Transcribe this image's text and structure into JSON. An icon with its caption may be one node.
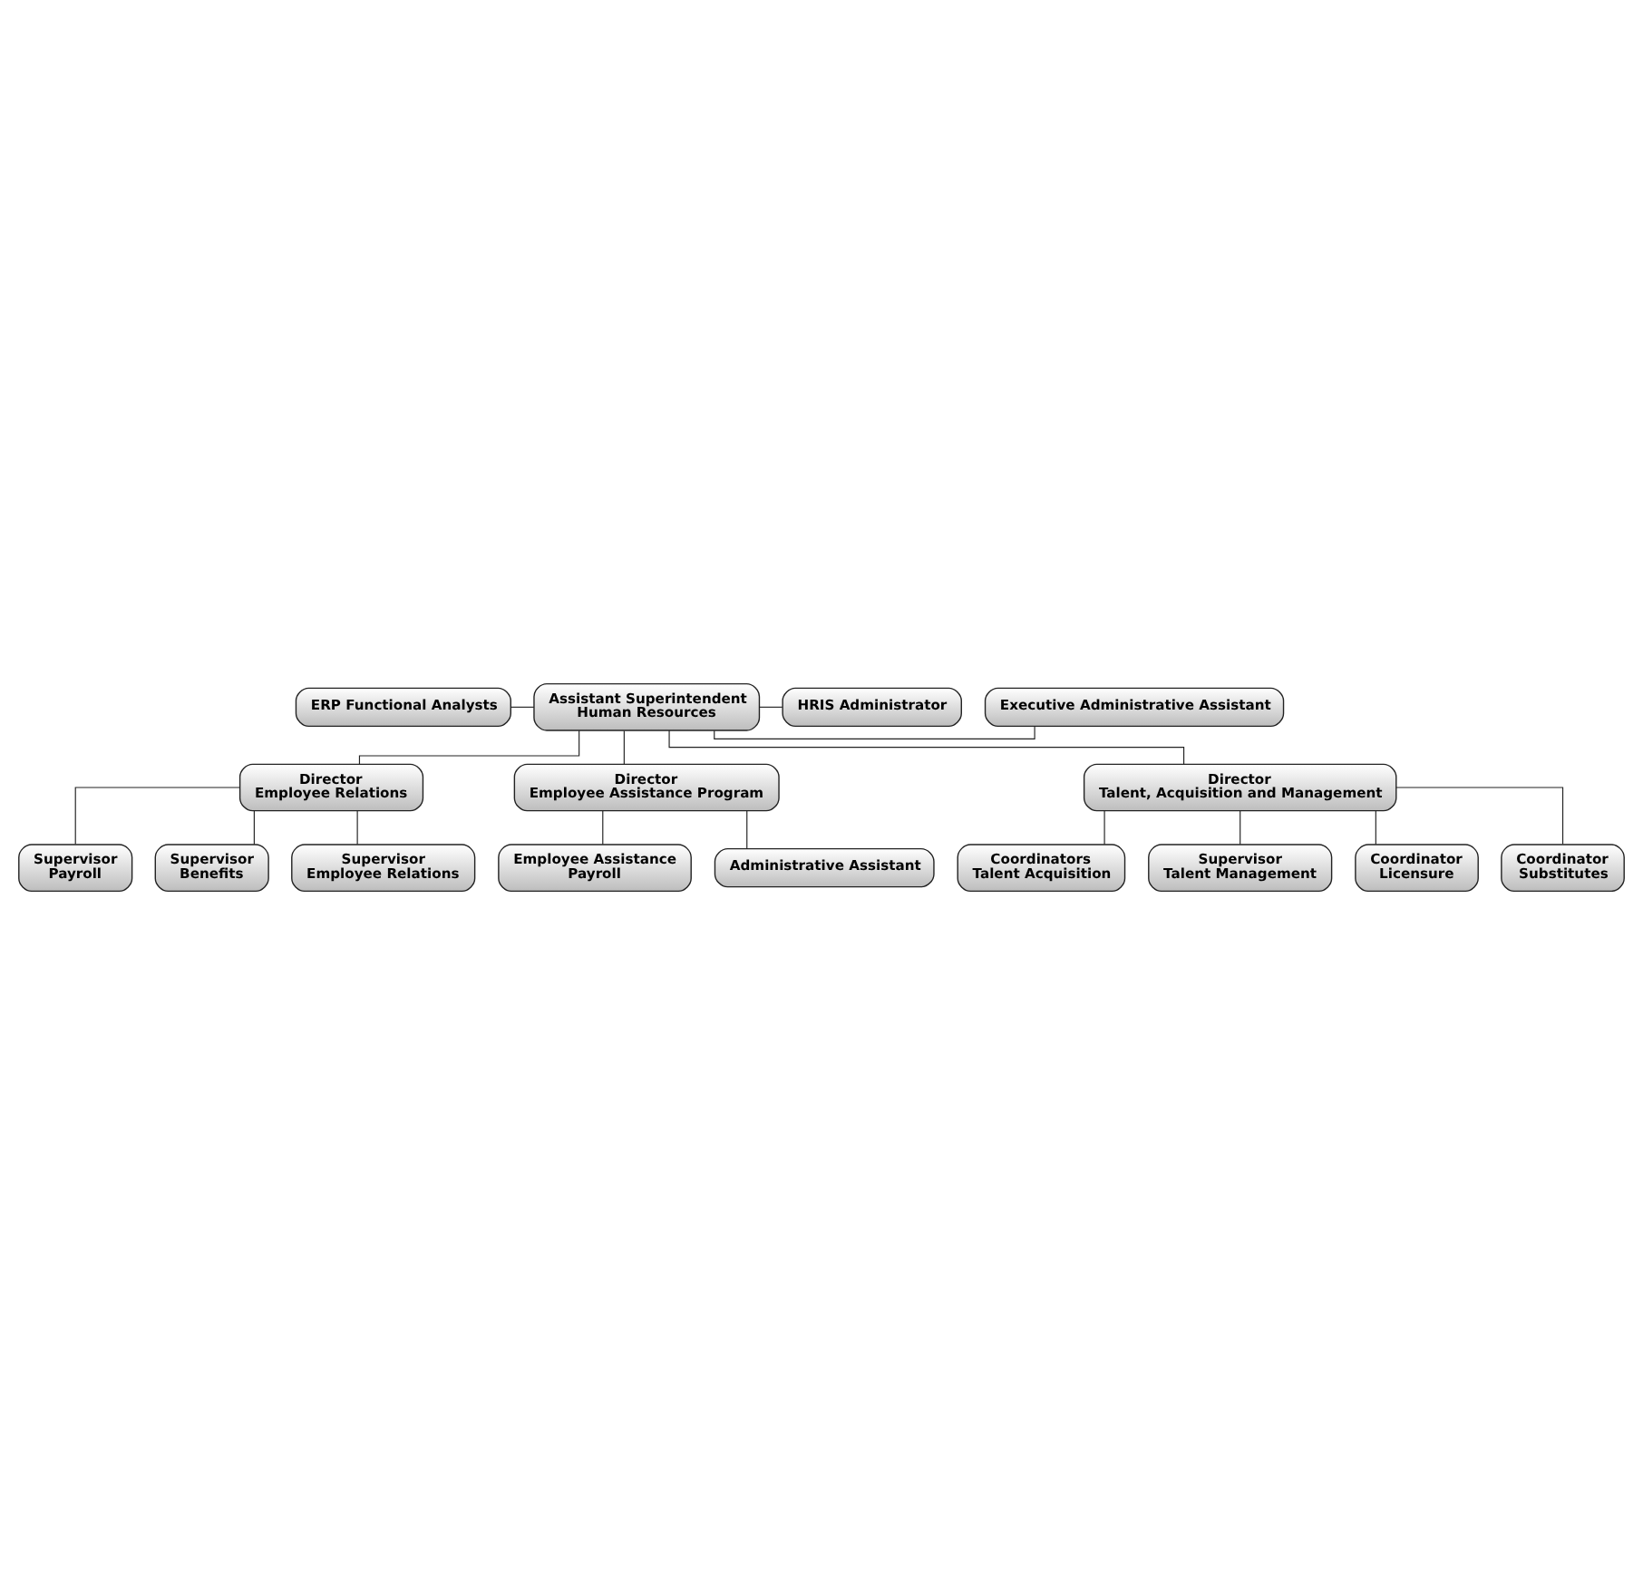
{
  "diagram": {
    "nodes": [
      {
        "text": [
          "ERP Functional Analysts"
        ]
      },
      {
        "text": [
          "HRIS Administrator"
        ]
      },
      {
        "text": [
          "Assistant Superintendent",
          "Human Resources"
        ]
      },
      {
        "text": [
          "Executive Administrative Assistant"
        ]
      },
      {
        "text": [
          "Director",
          "Employee Relations"
        ]
      },
      {
        "text": [
          "Director",
          "Employee Assistance Program"
        ]
      },
      {
        "text": [
          "Director",
          "Talent, Acquisition and Management"
        ]
      },
      {
        "text": [
          "Supervisor",
          "Payroll"
        ]
      },
      {
        "text": [
          "Supervisor",
          "Benefits"
        ]
      },
      {
        "text": [
          "Supervisor",
          "Employee Relations"
        ]
      },
      {
        "text": [
          "Employee Assistance",
          "Payroll"
        ]
      },
      {
        "text": [
          "Administrative Assistant"
        ]
      },
      {
        "text": [
          "Coordinators",
          "Talent Acquisition"
        ]
      },
      {
        "text": [
          "Supervisor",
          "Talent Management"
        ]
      },
      {
        "text": [
          "Coordinator",
          "Licensure"
        ]
      },
      {
        "text": [
          "Coordinator",
          "Substitutes"
        ]
      }
    ],
    "edges": [
      {
        "from": 2,
        "to": 0,
        "arrow": "none"
      },
      {
        "from": 2,
        "to": 1,
        "arrow": "none"
      },
      {
        "from": 2,
        "to": 3,
        "arrow": "none"
      },
      {
        "from": 2,
        "to": 4,
        "arrow": "none"
      },
      {
        "from": 2,
        "to": 5,
        "arrow": "none"
      },
      {
        "from": 2,
        "to": 6,
        "arrow": "none"
      },
      {
        "from": 4,
        "to": 7,
        "arrow": "none"
      },
      {
        "from": 4,
        "to": 8,
        "arrow": "none"
      },
      {
        "from": 4,
        "to": 9,
        "arrow": "none"
      },
      {
        "from": 5,
        "to": 10,
        "arrow": "none"
      },
      {
        "from": 5,
        "to": 11,
        "arrow": "none"
      },
      {
        "from": 6,
        "to": 12,
        "arrow": "none"
      },
      {
        "from": 6,
        "to": 13,
        "arrow": "none"
      },
      {
        "from": 6,
        "to": 14,
        "arrow": "none"
      },
      {
        "from": 6,
        "to": 15,
        "arrow": "none"
      }
    ]
  }
}
